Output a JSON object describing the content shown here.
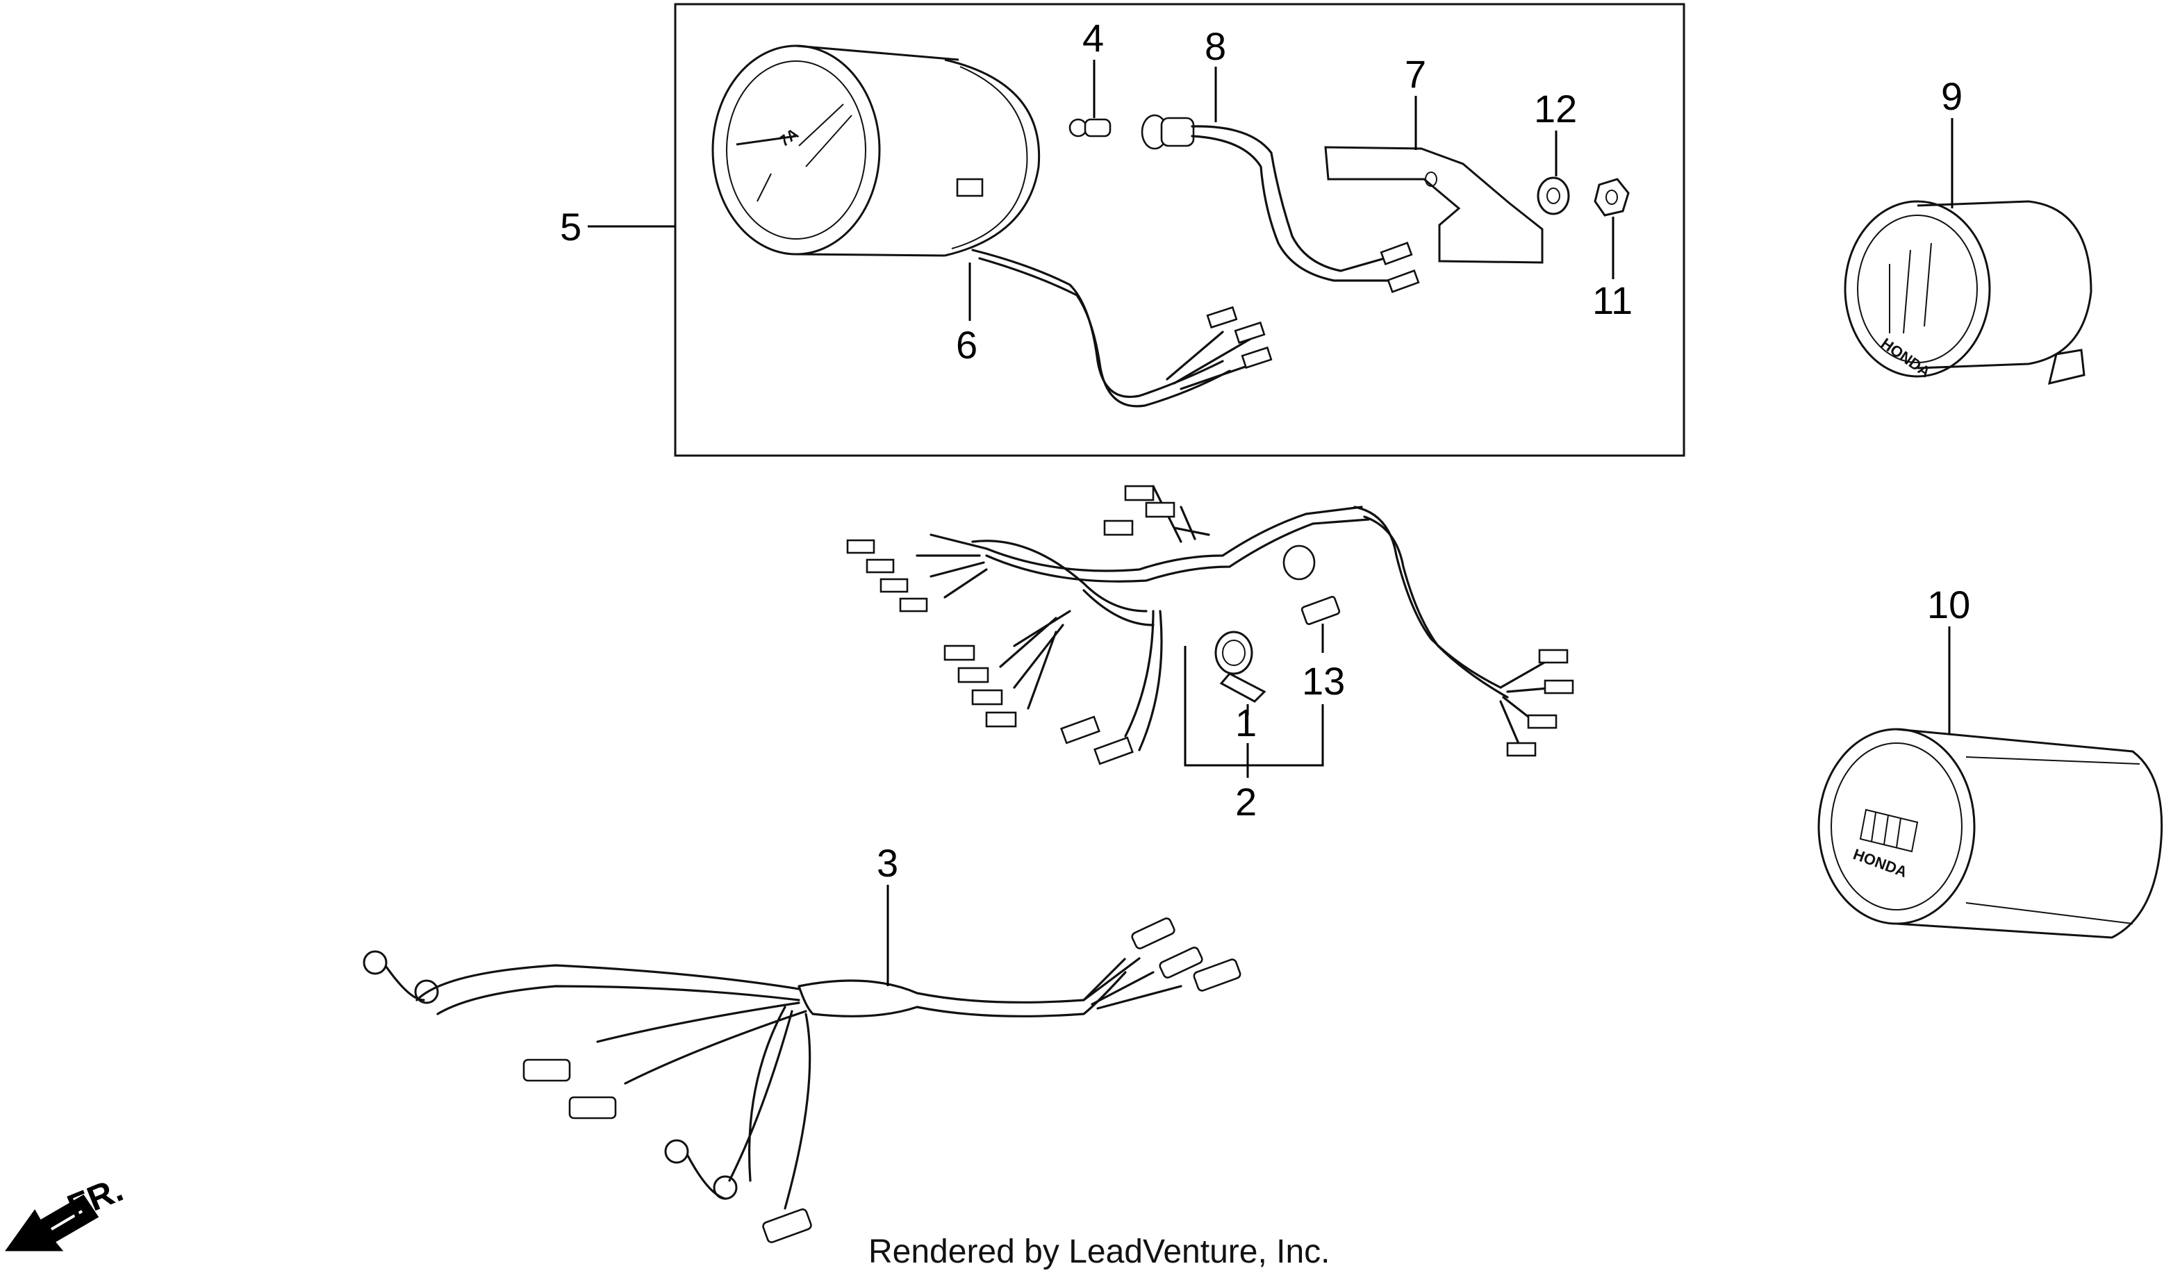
{
  "callouts": {
    "c1": "1",
    "c2": "2",
    "c3": "3",
    "c4": "4",
    "c5": "5",
    "c6": "6",
    "c7": "7",
    "c8": "8",
    "c9": "9",
    "c10": "10",
    "c11": "11",
    "c12": "12",
    "c13": "13"
  },
  "gauge_text": {
    "gauge9_brand": "HONDA",
    "gauge10_brand": "HONDA",
    "gauge_main_mark": "7A"
  },
  "direction": {
    "label": "FR."
  },
  "footer": {
    "credit": "Rendered by LeadVenture, Inc."
  }
}
